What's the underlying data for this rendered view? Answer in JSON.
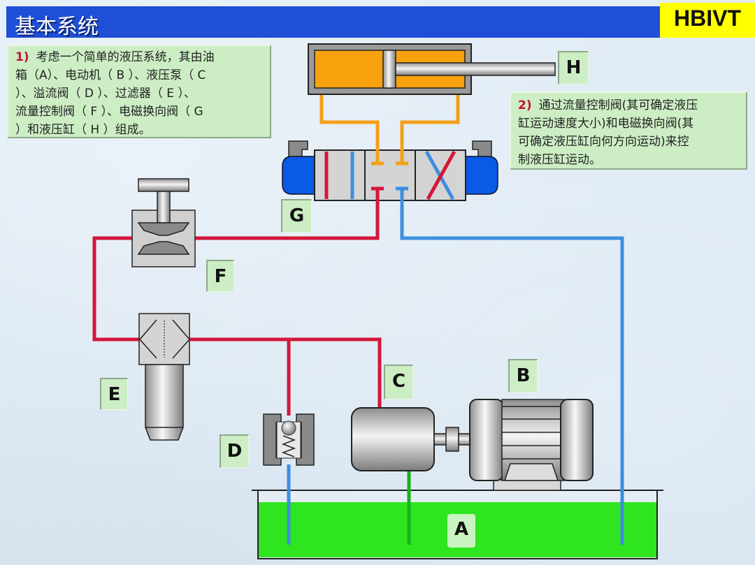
{
  "header": {
    "title": "基本系统",
    "logo": "HBIVT"
  },
  "notes": [
    {
      "number": "1)",
      "lines": [
        "考虑一个简单的液压系统，其由油",
        "箱（A）、电动机（ B ）、液压泵（ C",
        "）、溢流阀（ D ）、过滤器（ E ）、",
        "流量控制阀（ F ）、电磁换向阀（ G",
        "）和液压缸（ H ）组成。"
      ]
    },
    {
      "number": "2)",
      "lines": [
        "通过流量控制阀(其可确定液压",
        "缸运动速度大小)和电磁换向阀(其",
        "可确定液压缸向何方向运动)来控",
        "制液压缸运动。"
      ]
    }
  ],
  "components": [
    {
      "id": "A",
      "label": "A",
      "name": "油箱 (oil tank)"
    },
    {
      "id": "B",
      "label": "B",
      "name": "电动机 (electric motor)"
    },
    {
      "id": "C",
      "label": "C",
      "name": "液压泵 (hydraulic pump)"
    },
    {
      "id": "D",
      "label": "D",
      "name": "溢流阀 (relief valve)"
    },
    {
      "id": "E",
      "label": "E",
      "name": "过滤器 (filter)"
    },
    {
      "id": "F",
      "label": "F",
      "name": "流量控制阀 (flow control valve)"
    },
    {
      "id": "G",
      "label": "G",
      "name": "电磁换向阀 (solenoid directional valve)"
    },
    {
      "id": "H",
      "label": "H",
      "name": "液压缸 (hydraulic cylinder)"
    }
  ],
  "colors": {
    "pressure_line": "#d3173a",
    "return_line": "#3c8fe0",
    "cylinder_line": "#f3a019",
    "suction_line": "#14b21a",
    "oil": "#2ee520",
    "cylinder_fluid": "#f7a10c",
    "solenoid": "#0a5ae8",
    "title_bar": "#1f4fd6",
    "logo_bg": "#ffff00",
    "note_bg": "#cdeec4"
  }
}
